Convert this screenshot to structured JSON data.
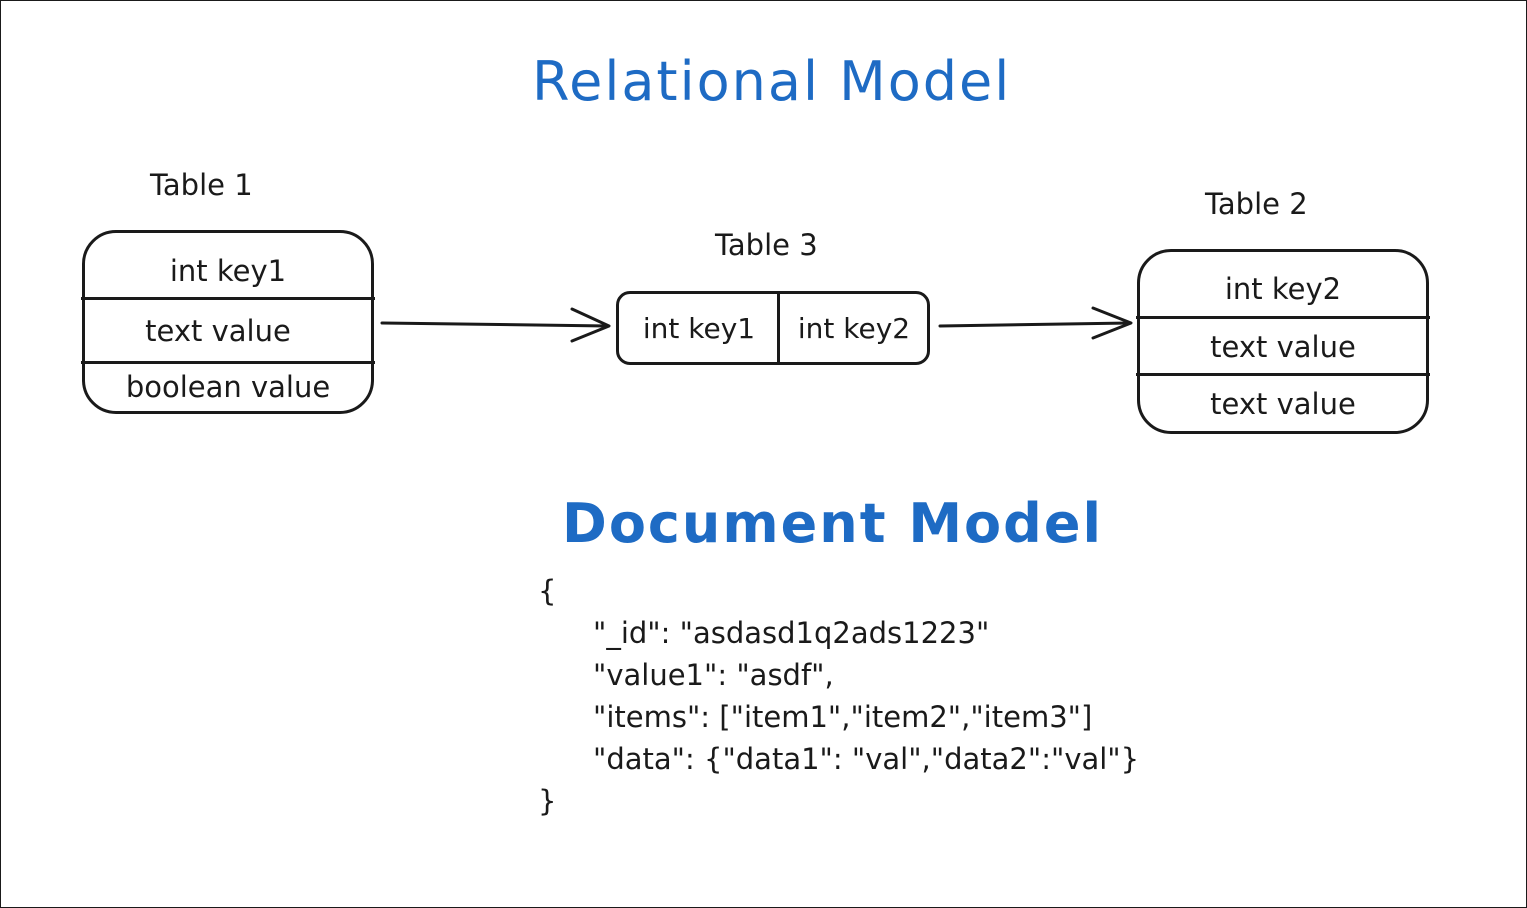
{
  "relational": {
    "title": "Relational Model",
    "table1": {
      "label": "Table 1",
      "rows": [
        "int key1",
        "text value",
        "boolean value"
      ]
    },
    "table3": {
      "label": "Table 3",
      "cells": [
        "int key1",
        "int key2"
      ]
    },
    "table2": {
      "label": "Table 2",
      "rows": [
        "int key2",
        "text value",
        "text value"
      ]
    }
  },
  "document": {
    "title": "Document Model",
    "open_brace": "{",
    "lines": [
      "\"_id\": \"asdasd1q2ads1223\"",
      "\"value1\": \"asdf\",",
      "\"items\": [\"item1\",\"item2\",\"item3\"]",
      "\"data\": {\"data1\": \"val\",\"data2\":\"val\"}"
    ],
    "close_brace": "}"
  },
  "colors": {
    "title": "#1e6bc4",
    "ink": "#1a1a1a",
    "background": "#ffffff"
  }
}
